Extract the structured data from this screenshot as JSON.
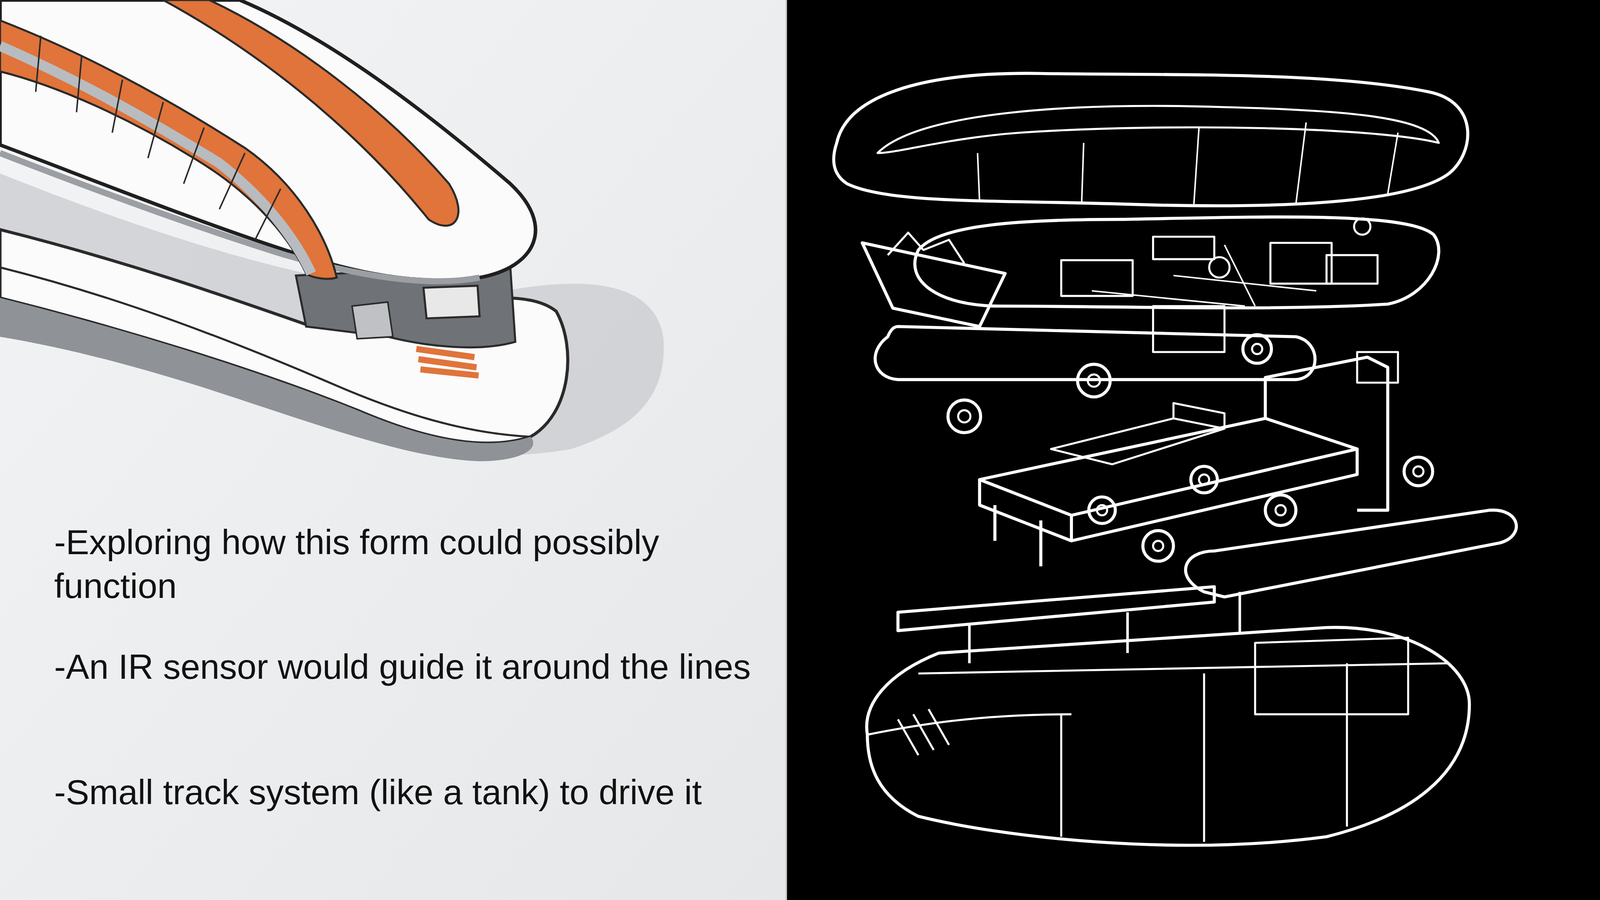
{
  "diagram": {
    "labels": [
      "-Exploring how this form could possibly function",
      "-An IR sensor would guide it around the lines",
      "-Small track system (like a tank) to drive it"
    ]
  }
}
